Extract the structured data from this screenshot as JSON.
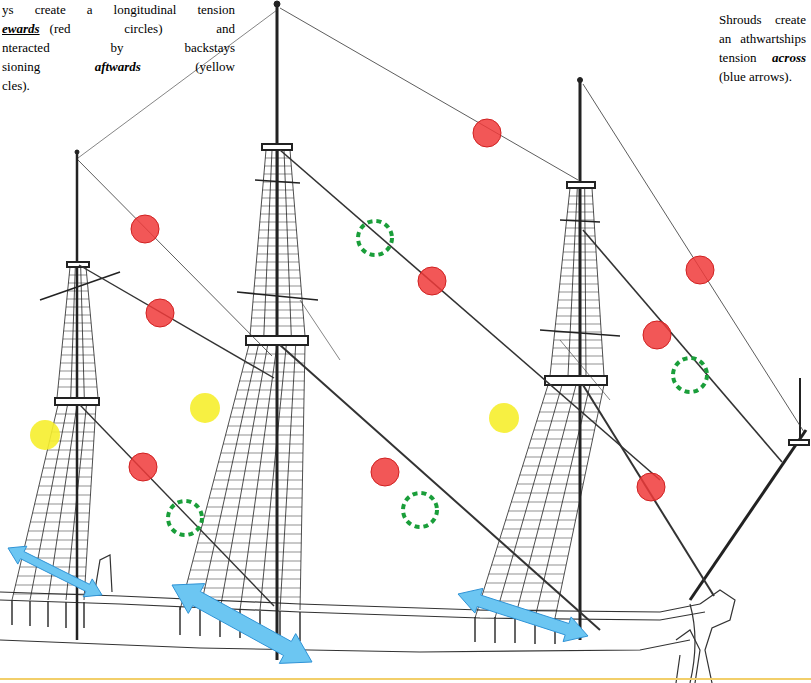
{
  "diagram": {
    "labels": [
      "ys create a longitudinal tension",
      "ewards",
      "(red circles) and",
      "nteracted by backstays",
      "sioning",
      "aftwards",
      "(yellow",
      "cles).",
      "Shrouds create",
      "an athwartships",
      "tension",
      "across",
      "(blue arrows)."
    ]
  }
}
